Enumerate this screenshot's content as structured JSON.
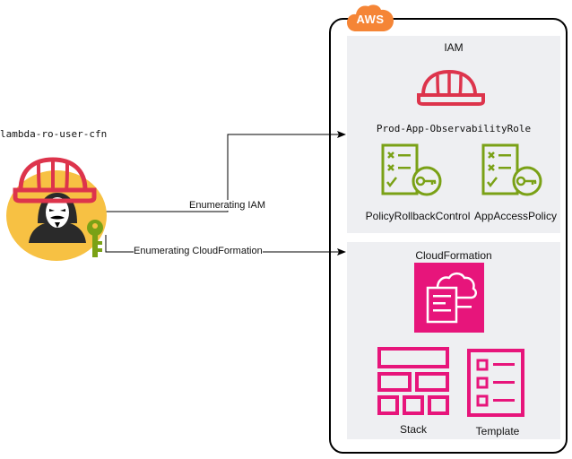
{
  "actor": {
    "label": "lambda-ro-user-cfn"
  },
  "edges": [
    {
      "label": "Enumerating IAM"
    },
    {
      "label": "Enumerating CloudFormation"
    }
  ],
  "aws": {
    "badge": "AWS",
    "iam": {
      "title": "IAM",
      "role": "Prod-App-ObservabilityRole",
      "policies": [
        "PolicyRollbackControl",
        "AppAccessPolicy"
      ]
    },
    "cloudformation": {
      "title": "CloudFormation",
      "items": [
        "Stack",
        "Template"
      ]
    }
  },
  "colors": {
    "iam_red": "#dd344c",
    "policy_green": "#7aa116",
    "cfn_pink": "#e7157b",
    "aws_orange": "#f58536",
    "avatar_yellow": "#f7c143",
    "group_bg": "#eeeff2"
  },
  "icons": [
    "helmet-icon",
    "hacker-icon",
    "key-icon",
    "policy-icon",
    "cloudformation-icon",
    "stack-icon",
    "template-icon"
  ]
}
